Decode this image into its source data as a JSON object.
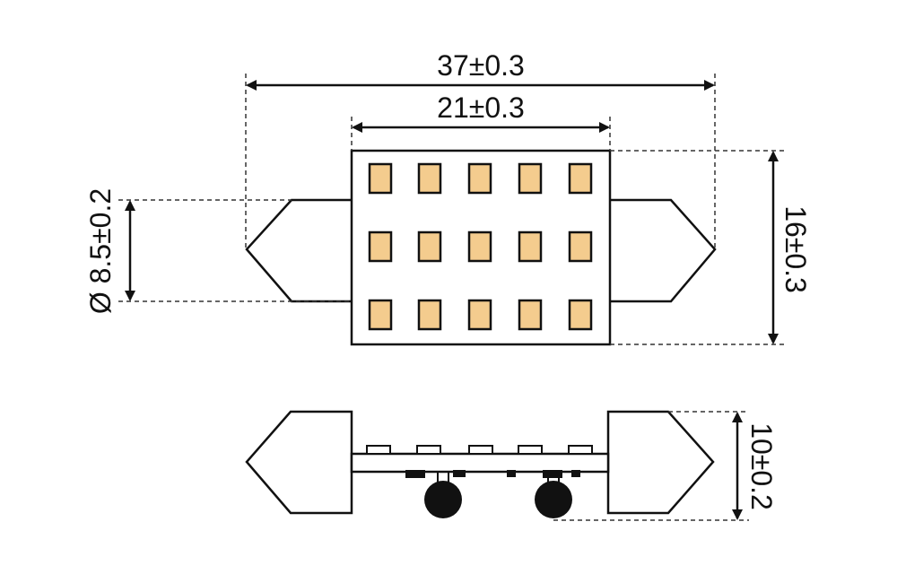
{
  "dimensions": {
    "total_length": "37±0.3",
    "pcb_length": "21±0.3",
    "cap_diameter": "Ø 8.5±0.2",
    "pcb_height": "16±0.3",
    "side_thickness": "10±0.2"
  },
  "led_grid": {
    "rows": 3,
    "cols": 5
  },
  "colors": {
    "outline": "#111111",
    "led_fill": "#f4cc8e",
    "component": "#111111",
    "dashed": "#333333"
  }
}
